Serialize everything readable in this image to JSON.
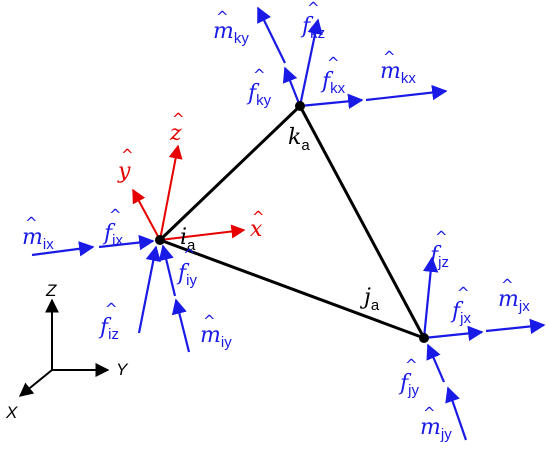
{
  "colors": {
    "edge": "#000000",
    "load": "#1a1ae6",
    "local_axes": "#e60000",
    "node": "#000000"
  },
  "nodes": {
    "i": {
      "symbol": "i",
      "subscript": "a"
    },
    "j": {
      "symbol": "j",
      "subscript": "a"
    },
    "k": {
      "symbol": "k",
      "subscript": "a"
    }
  },
  "local_axes": {
    "x": {
      "symbol": "x",
      "hat": "^"
    },
    "y": {
      "symbol": "y",
      "hat": "^"
    },
    "z": {
      "symbol": "z",
      "hat": "^"
    }
  },
  "global_axes": {
    "x": "X",
    "y": "Y",
    "z": "Z"
  },
  "loads": {
    "m_ix": {
      "symbol": "m",
      "hat": "^",
      "subscript": "ix"
    },
    "f_ix": {
      "symbol": "f",
      "hat": "^",
      "subscript": "ix"
    },
    "f_iy": {
      "symbol": "f",
      "hat": "^",
      "subscript": "iy"
    },
    "f_iz": {
      "symbol": "f",
      "hat": "^",
      "subscript": "iz"
    },
    "m_iy": {
      "symbol": "m",
      "hat": "^",
      "subscript": "iy"
    },
    "m_ky": {
      "symbol": "m",
      "hat": "^",
      "subscript": "ky"
    },
    "f_kz": {
      "symbol": "f",
      "hat": "^",
      "subscript": "kz"
    },
    "f_ky": {
      "symbol": "f",
      "hat": "^",
      "subscript": "ky"
    },
    "f_kx": {
      "symbol": "f",
      "hat": "^",
      "subscript": "kx"
    },
    "m_kx": {
      "symbol": "m",
      "hat": "^",
      "subscript": "kx"
    },
    "f_jz": {
      "symbol": "f",
      "hat": "^",
      "subscript": "jz"
    },
    "f_jx": {
      "symbol": "f",
      "hat": "^",
      "subscript": "jx"
    },
    "m_jx": {
      "symbol": "m",
      "hat": "^",
      "subscript": "jx"
    },
    "f_jy": {
      "symbol": "f",
      "hat": "^",
      "subscript": "jy"
    },
    "m_jy": {
      "symbol": "m",
      "hat": "^",
      "subscript": "jy"
    }
  }
}
